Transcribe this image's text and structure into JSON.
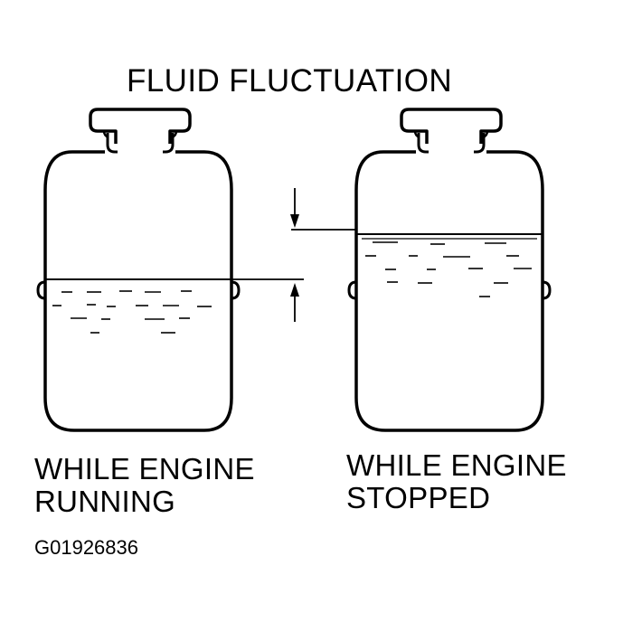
{
  "title": "FLUID FLUCTUATION",
  "left_reservoir": {
    "caption_line1": "WHILE ENGINE",
    "caption_line2": "RUNNING"
  },
  "right_reservoir": {
    "caption_line1": "WHILE ENGINE",
    "caption_line2": "STOPPED"
  },
  "figure_id": "G01926836",
  "colors": {
    "line": "#000000",
    "background": "#ffffff"
  }
}
